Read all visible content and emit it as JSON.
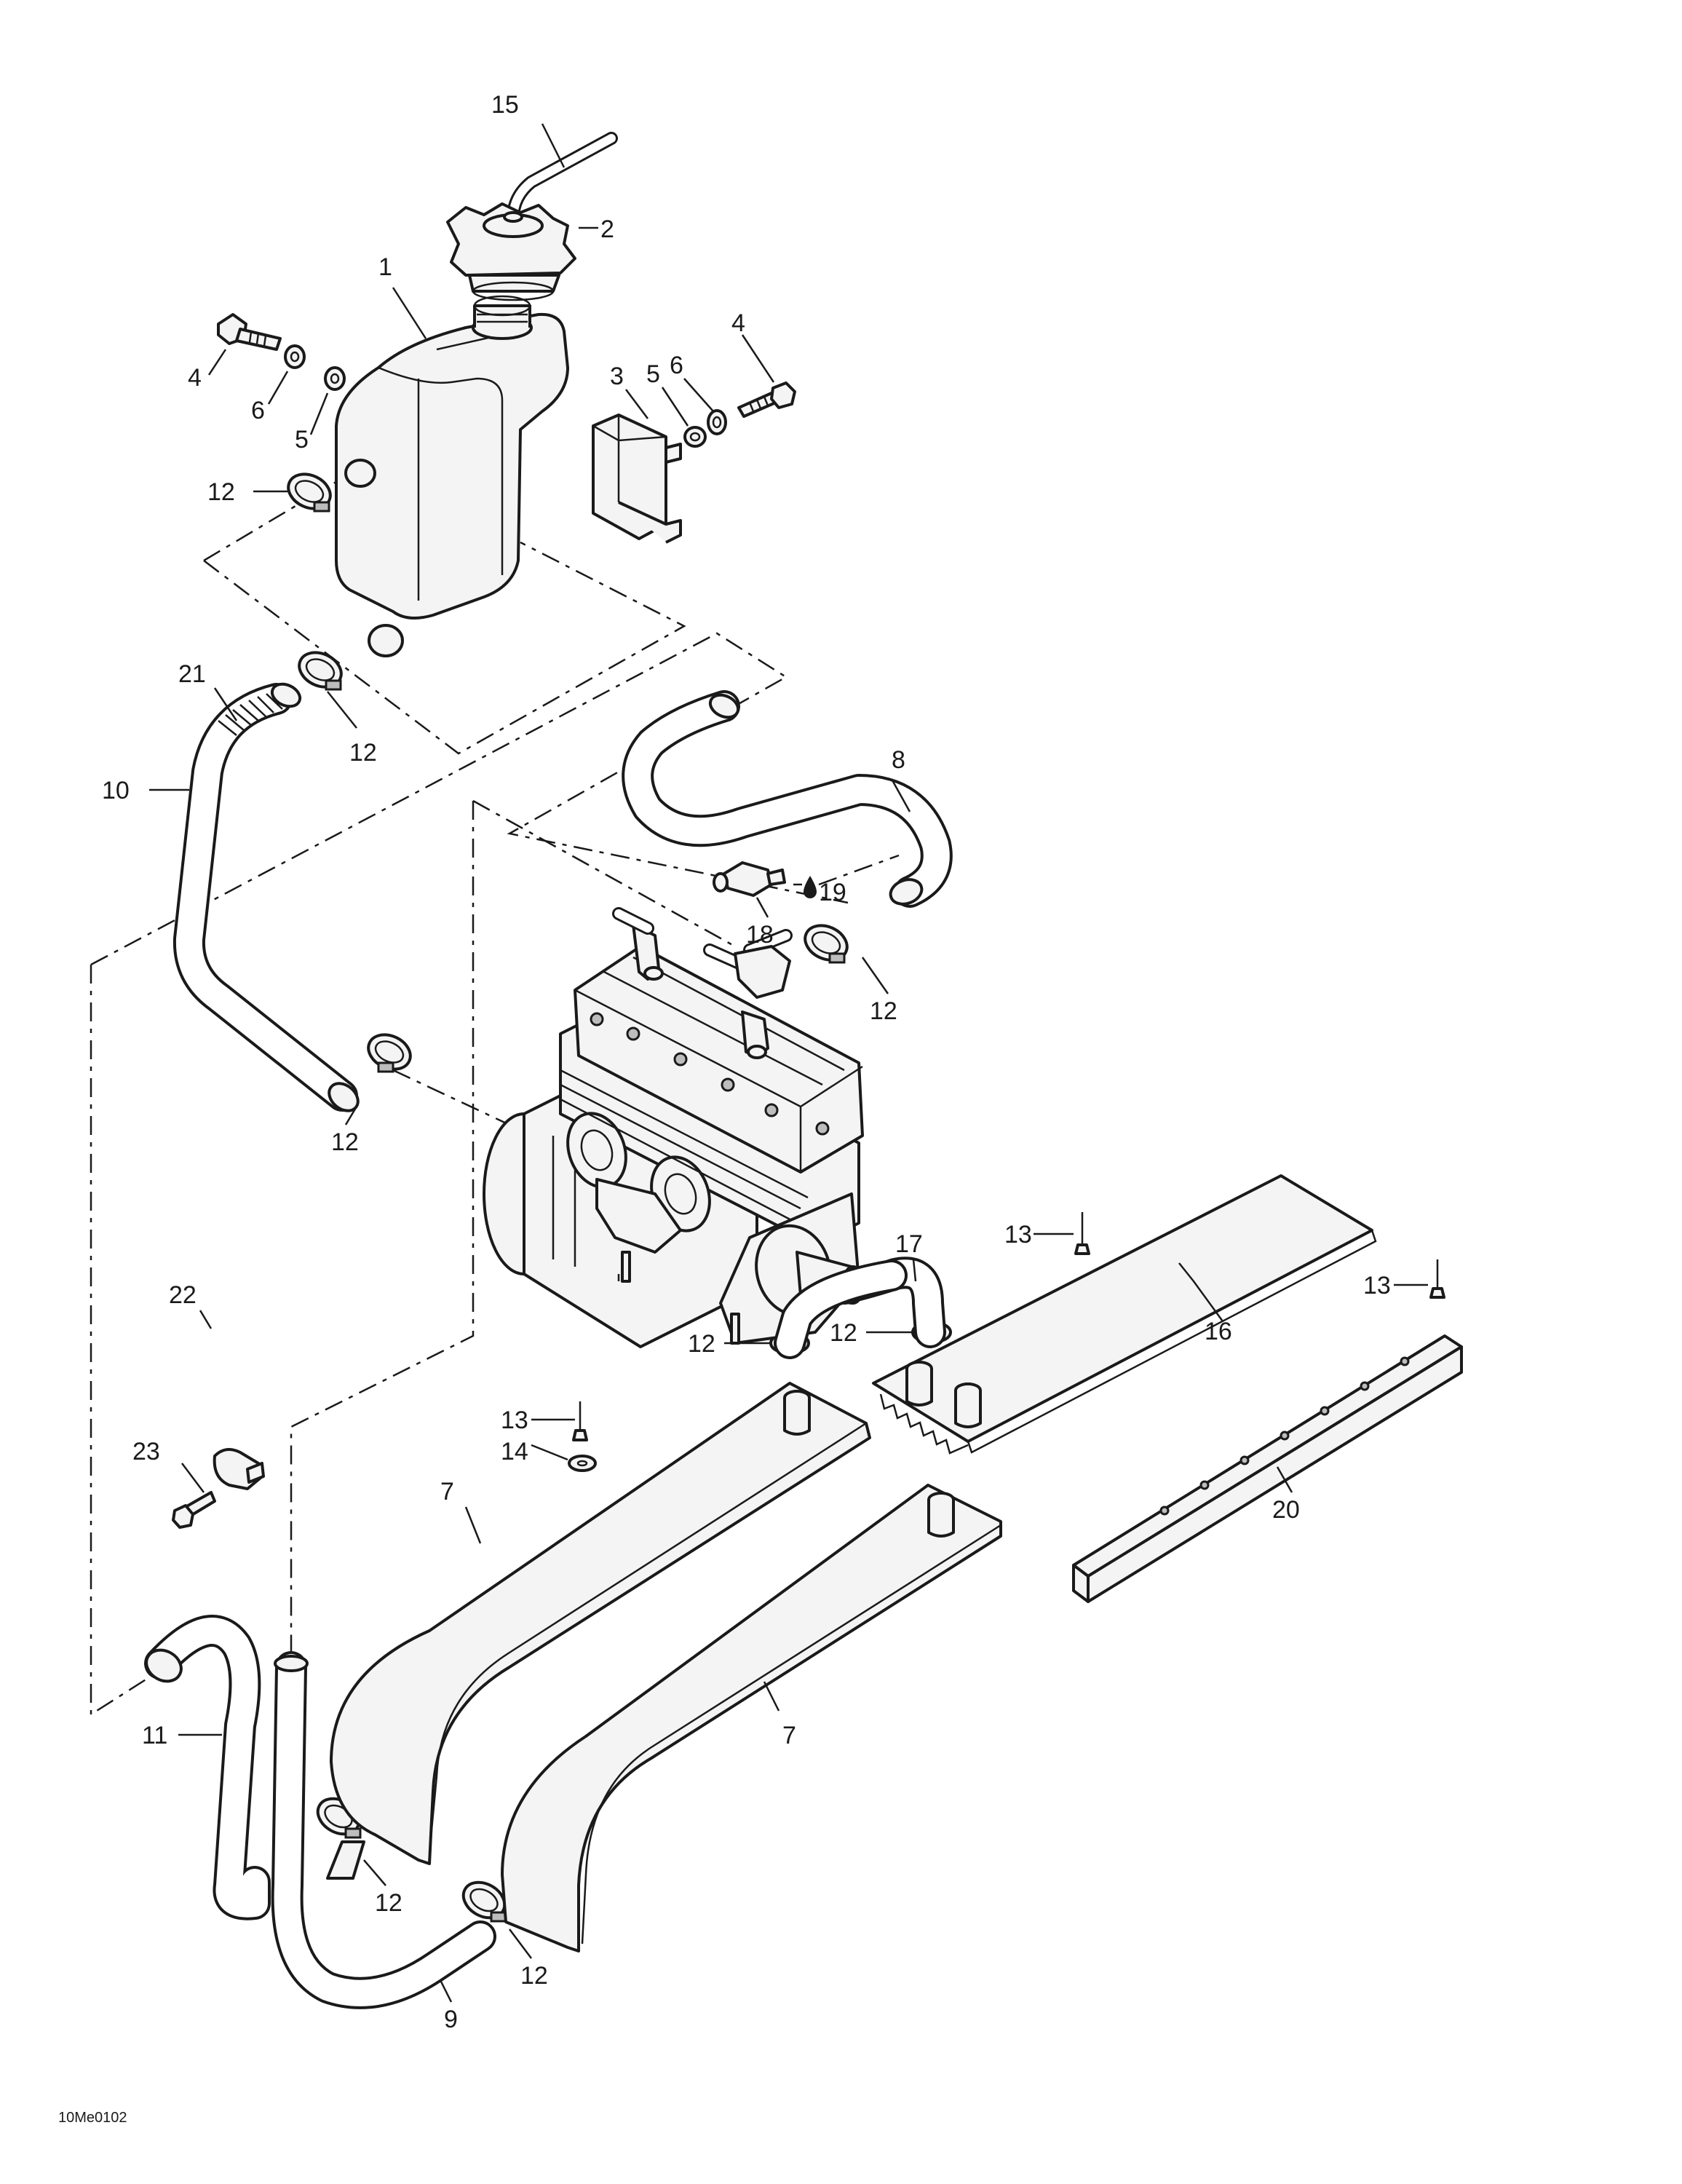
{
  "callouts": {
    "c1": "1",
    "c2": "2",
    "c3": "3",
    "c4a": "4",
    "c4b": "4",
    "c5a": "5",
    "c5b": "5",
    "c6a": "6",
    "c6b": "6",
    "c7a": "7",
    "c7b": "7",
    "c8": "8",
    "c9": "9",
    "c10": "10",
    "c11": "11",
    "c12a": "12",
    "c12b": "12",
    "c12c": "12",
    "c12d": "12",
    "c12e": "12",
    "c12f": "12",
    "c12g": "12",
    "c12h": "12",
    "c13a": "13",
    "c13b": "13",
    "c13c": "13",
    "c14": "14",
    "c15": "15",
    "c16": "16",
    "c17": "17",
    "c18": "18",
    "c19": "19",
    "c20": "20",
    "c21": "21",
    "c22": "22",
    "c23": "23"
  },
  "drawing_code": "10Me0102",
  "colors": {
    "line": "#1a1a1a",
    "background": "#ffffff",
    "shade": "#bdbdbd"
  }
}
